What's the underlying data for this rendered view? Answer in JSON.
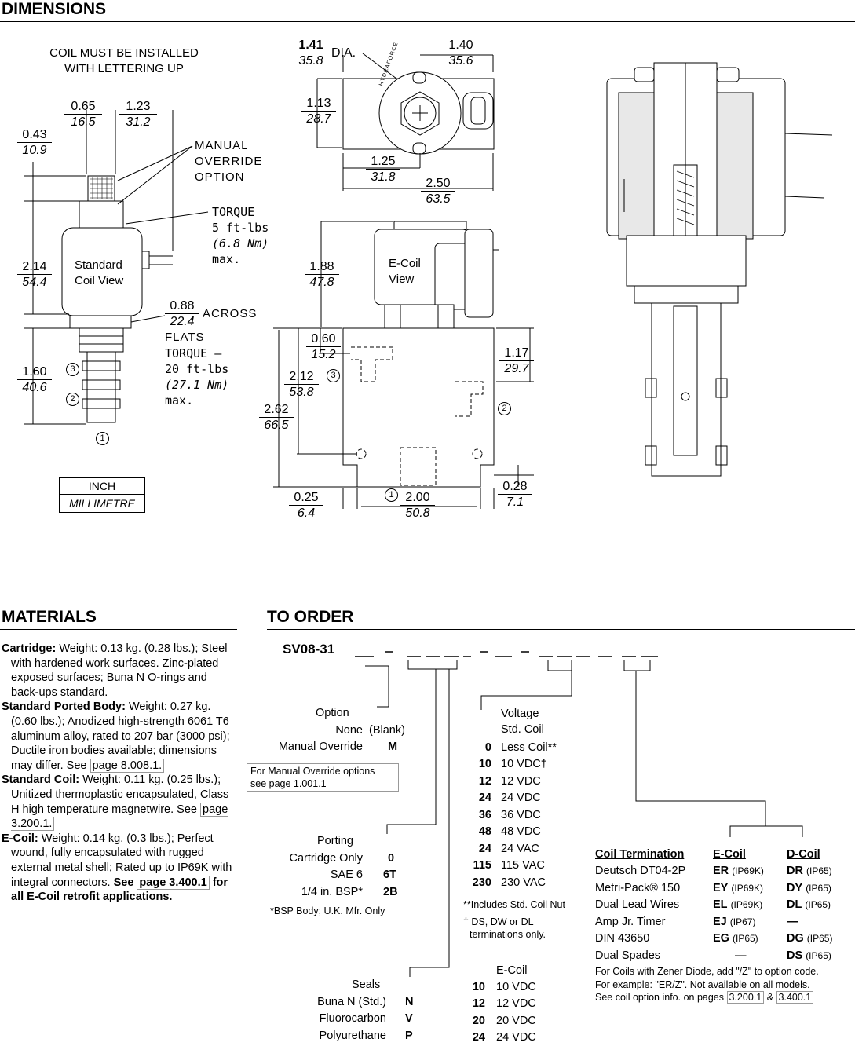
{
  "dimensions": {
    "title": "DIMENSIONS",
    "install_note_1": "COIL MUST BE INSTALLED",
    "install_note_2": "WITH LETTERING UP",
    "manual_override_1": "MANUAL",
    "manual_override_2": "OVERRIDE",
    "manual_override_3": "OPTION",
    "torque1_1": "TORQUE",
    "torque1_2": "5 ft-lbs",
    "torque1_3": "(6.8 Nm)",
    "torque1_4": "max.",
    "standard_coil_1": "Standard",
    "standard_coil_2": "Coil View",
    "across": "ACROSS",
    "flats": "FLATS",
    "torque2_1": "TORQUE –",
    "torque2_2": "20 ft-lbs",
    "torque2_3": "(27.1 Nm)",
    "torque2_4": "max.",
    "ecoil_view_1": "E-Coil",
    "ecoil_view_2": "View",
    "dia": "DIA.",
    "legend_inch": "INCH",
    "legend_mm": "MILLIMETRE",
    "port1": "1",
    "port2": "2",
    "port3": "3",
    "d_065": [
      "0.65",
      "16.5"
    ],
    "d_123": [
      "1.23",
      "31.2"
    ],
    "d_043": [
      "0.43",
      "10.9"
    ],
    "d_214": [
      "2.14",
      "54.4"
    ],
    "d_088": [
      "0.88",
      "22.4"
    ],
    "d_160": [
      "1.60",
      "40.6"
    ],
    "d_141": [
      "1.41",
      "35.8"
    ],
    "d_140": [
      "1.40",
      "35.6"
    ],
    "d_113": [
      "1.13",
      "28.7"
    ],
    "d_125": [
      "1.25",
      "31.8"
    ],
    "d_250": [
      "2.50",
      "63.5"
    ],
    "d_188": [
      "1.88",
      "47.8"
    ],
    "d_060": [
      "0.60",
      "15.2"
    ],
    "d_212": [
      "2.12",
      "53.8"
    ],
    "d_262": [
      "2.62",
      "66.5"
    ],
    "d_117": [
      "1.17",
      "29.7"
    ],
    "d_025": [
      "0.25",
      "6.4"
    ],
    "d_200": [
      "2.00",
      "50.8"
    ],
    "d_028": [
      "0.28",
      "7.1"
    ],
    "logo_text": "HYDRAFORCE"
  },
  "materials": {
    "title": "MATERIALS",
    "cartridge_h": "Cartridge:",
    "cartridge_t": "Weight: 0.13 kg. (0.28 lbs.); Steel with hardened work surfaces. Zinc-plated exposed surfaces; Buna N O-rings and back-ups standard.",
    "body_h": "Standard Ported Body:",
    "body_t": "Weight: 0.27 kg. (0.60 lbs.); Anodized high-strength 6061 T6 aluminum alloy, rated to 207 bar (3000 psi); Ductile iron bodies available; dimensions may differ.",
    "body_see": "See",
    "body_link": "page 8.008.1.",
    "coil_h": "Standard Coil:",
    "coil_t": "Weight: 0.11 kg. (0.25 lbs.); Unitized thermoplastic encapsulated, Class H high temperature magnetwire.",
    "coil_see": "See",
    "coil_link": "page 3.200.1.",
    "ecoil_h": "E-Coil:",
    "ecoil_t": "Weight: 0.14 kg. (0.3 lbs.); Perfect wound, fully encapsulated with rugged external metal shell; Rated up to IP69K with integral connectors.",
    "ecoil_see": "See",
    "ecoil_link": "page 3.400.1",
    "ecoil_tail": "for all E-Coil retrofit applications."
  },
  "order": {
    "title": "TO ORDER",
    "model": "SV08-31",
    "option": {
      "title": "Option",
      "rows": [
        [
          "None",
          "(Blank)"
        ],
        [
          "Manual Override",
          "M"
        ]
      ],
      "note_1": "For Manual Override options",
      "note_2": "see page 1.001.1"
    },
    "porting": {
      "title": "Porting",
      "rows": [
        [
          "Cartridge Only",
          "0"
        ],
        [
          "SAE 6",
          "6T"
        ],
        [
          "1/4 in. BSP*",
          "2B"
        ]
      ],
      "note": "*BSP Body; U.K. Mfr. Only"
    },
    "seals": {
      "title": "Seals",
      "rows": [
        [
          "Buna N (Std.)",
          "N"
        ],
        [
          "Fluorocarbon",
          "V"
        ],
        [
          "Polyurethane",
          "P"
        ]
      ]
    },
    "voltage": {
      "title": "Voltage",
      "subtitle": "Std. Coil",
      "rows": [
        [
          "0",
          "Less Coil**"
        ],
        [
          "10",
          "10 VDC†"
        ],
        [
          "12",
          "12 VDC"
        ],
        [
          "24",
          "24 VDC"
        ],
        [
          "36",
          "36 VDC"
        ],
        [
          "48",
          "48 VDC"
        ],
        [
          "24",
          "24 VAC"
        ],
        [
          "115",
          "115 VAC"
        ],
        [
          "230",
          "230 VAC"
        ]
      ],
      "note1": "**Includes Std. Coil Nut",
      "note2_1": "† DS, DW or DL",
      "note2_2": "terminations only."
    },
    "ecoil_voltage": {
      "title": "E-Coil",
      "rows": [
        [
          "10",
          "10 VDC"
        ],
        [
          "12",
          "12 VDC"
        ],
        [
          "20",
          "20 VDC"
        ],
        [
          "24",
          "24 VDC"
        ]
      ]
    },
    "termination": {
      "col1": "Coil Termination",
      "col2": "E-Coil",
      "col3": "D-Coil",
      "rows": [
        [
          "Deutsch DT04-2P",
          "ER",
          "(IP69K)",
          "DR",
          "(IP65)"
        ],
        [
          "Metri-Pack® 150",
          "EY",
          "(IP69K)",
          "DY",
          "(IP65)"
        ],
        [
          "Dual Lead Wires",
          "EL",
          "(IP69K)",
          "DL",
          "(IP65)"
        ],
        [
          "Amp Jr. Timer",
          "EJ",
          "(IP67)",
          "—",
          ""
        ],
        [
          "DIN 43650",
          "EG",
          "(IP65)",
          "DG",
          "(IP65)"
        ],
        [
          "Dual Spades",
          "—",
          "",
          "DS",
          "(IP65)"
        ]
      ],
      "note_1": "For Coils with Zener Diode, add \"/Z\" to option code.",
      "note_2": "For example: \"ER/Z\". Not available on all models.",
      "note_3": "See coil option info. on pages",
      "note_link1": "3.200.1",
      "note_amp": "&",
      "note_link2": "3.400.1"
    }
  }
}
